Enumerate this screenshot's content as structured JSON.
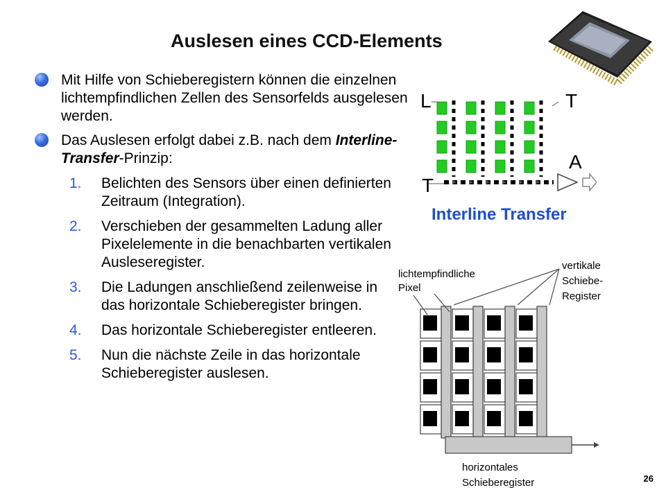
{
  "slide": {
    "title": "Auslesen eines CCD-Elements",
    "page_number": "26"
  },
  "bullets": [
    {
      "text": "Mit Hilfe von Schieberegistern können die einzelnen lichtempfindlichen Zellen des Sensorfelds ausgelesen werden."
    },
    {
      "pre": "Das Auslesen erfolgt dabei z.B. nach dem ",
      "emph": "Interline-Transfer",
      "post": "-Prinzip:"
    }
  ],
  "steps": [
    {
      "num": "1.",
      "text": "Belichten des Sensors über einen definierten Zeitraum (Integration)."
    },
    {
      "num": "2.",
      "text": "Verschieben der gesammelten Ladung aller Pixelelemente in die benachbarten vertikalen Ausleseregister."
    },
    {
      "num": "3.",
      "text": "Die Ladungen anschließend zeilenweise in das horizontale Schieberegister bringen."
    },
    {
      "num": "4.",
      "text": "Das horizontale Schieberegister entleeren."
    },
    {
      "num": "5.",
      "text": "Nun die nächste Zeile in das horizontale Schieberegister auslesen."
    }
  ],
  "interline_figure": {
    "label_L": "L",
    "label_T_top": "T",
    "label_T_bottom": "T",
    "label_A": "A",
    "caption": "Interline Transfer"
  },
  "pixel_figure": {
    "label_pixel_line1": "lichtempfindliche",
    "label_pixel_line2": "Pixel",
    "label_vert_line1": "vertikale",
    "label_vert_line2": "Schiebe-",
    "label_vert_line3": "Register",
    "label_horiz_line1": "horizontales",
    "label_horiz_line2": "Schieberegister"
  },
  "colors": {
    "bullet_blue": "#3b6fe0",
    "number_blue": "#2a5bd7",
    "pixel_green": "#22cc22",
    "caption_blue": "#1f4fc9"
  }
}
